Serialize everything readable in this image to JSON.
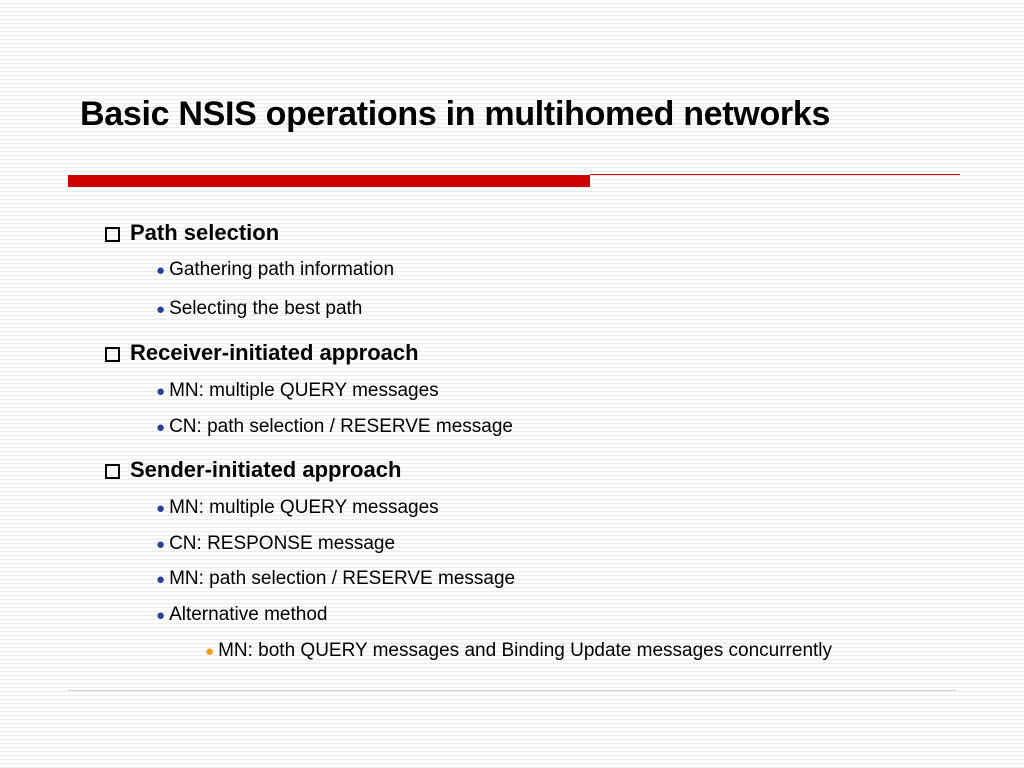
{
  "slide": {
    "title": "Basic NSIS operations in multihomed networks",
    "accent_color": "#cc0000",
    "sections": [
      {
        "heading": "Path selection",
        "bullets": [
          "Gathering path information",
          "Selecting the best path"
        ]
      },
      {
        "heading": "Receiver-initiated approach",
        "bullets": [
          "MN: multiple QUERY messages",
          "CN: path selection / RESERVE message"
        ]
      },
      {
        "heading": "Sender-initiated approach",
        "bullets": [
          "MN: multiple QUERY messages",
          "CN: RESPONSE message",
          "MN: path selection / RESERVE message",
          "Alternative method"
        ],
        "sub_bullets": [
          "MN: both QUERY messages and Binding Update messages concurrently"
        ]
      }
    ]
  }
}
